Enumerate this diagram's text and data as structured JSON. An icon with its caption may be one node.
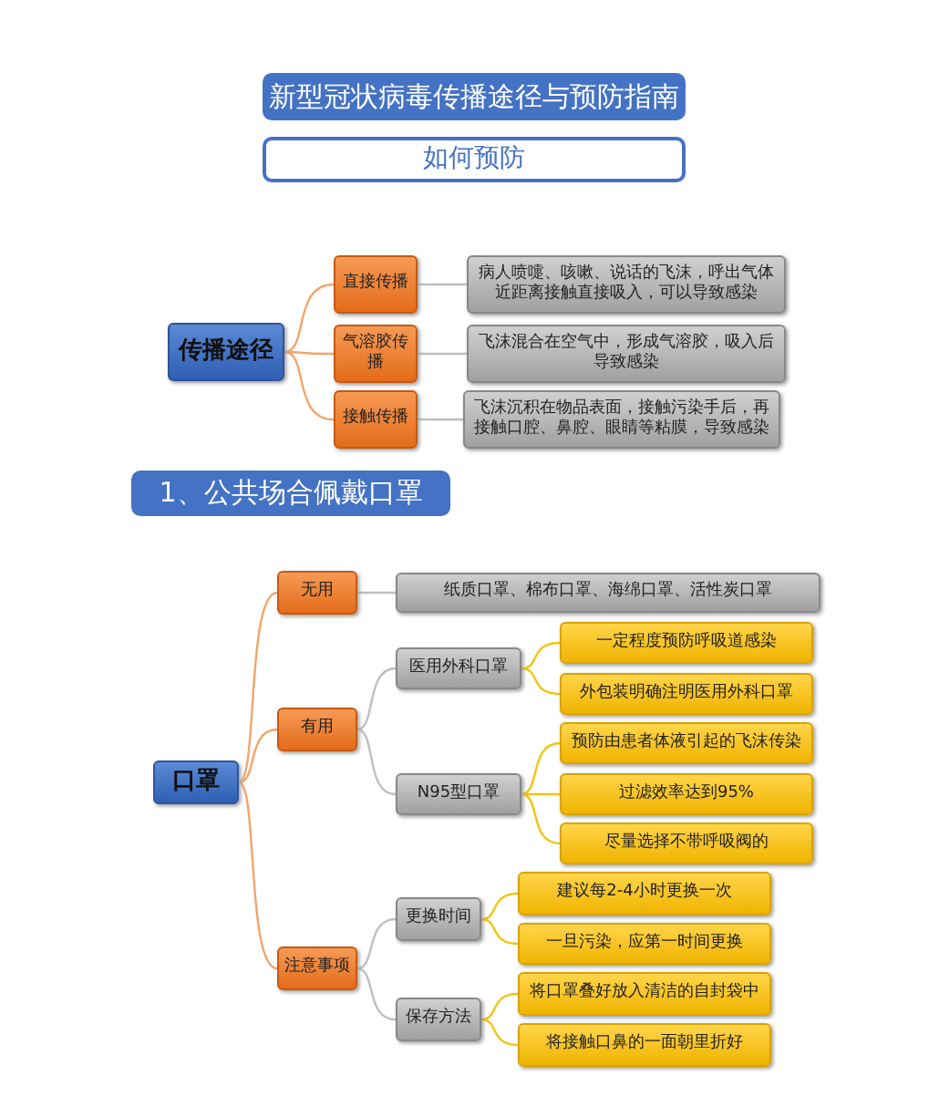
{
  "diagram": {
    "nodes": [
      {
        "text": [
          "新型冠状病毒传播途径与预防指南"
        ]
      },
      {
        "text": [
          "如何预防"
        ]
      },
      {
        "text": [
          "传播途径"
        ]
      },
      {
        "text": [
          "直接传播"
        ]
      },
      {
        "text": [
          "病人喷嚏、咳嗽、说话的飞沫，呼出气体近距离接触直接吸入，可以导致感染"
        ]
      },
      {
        "text": [
          "气溶胶传播"
        ]
      },
      {
        "text": [
          "飞沫混合在空气中，形成气溶胶，吸入后导致感染"
        ]
      },
      {
        "text": [
          "接触传播"
        ]
      },
      {
        "text": [
          "飞沫沉积在物品表面，接触污染手后，再接触口腔、鼻腔、眼睛等粘膜，导致感染"
        ]
      },
      {
        "text": [
          "1、公共场合佩戴口罩"
        ]
      },
      {
        "text": [
          "口罩"
        ]
      },
      {
        "text": [
          "无用"
        ]
      },
      {
        "text": [
          "纸质口罩、棉布口罩、海绵口罩、活性炭口罩"
        ]
      },
      {
        "text": [
          "有用"
        ]
      },
      {
        "text": [
          "医用外科口罩"
        ]
      },
      {
        "text": [
          "一定程度预防呼吸道感染"
        ]
      },
      {
        "text": [
          "外包装明确注明医用外科口罩"
        ]
      },
      {
        "text": [
          "N95型口罩"
        ]
      },
      {
        "text": [
          "预防由患者体液引起的飞沫传染"
        ]
      },
      {
        "text": [
          "过滤效率达到95%"
        ]
      },
      {
        "text": [
          "尽量选择不带呼吸阀的"
        ]
      },
      {
        "text": [
          "注意事项"
        ]
      },
      {
        "text": [
          "更换时间"
        ]
      },
      {
        "text": [
          "建议每2-4小时更换一次"
        ]
      },
      {
        "text": [
          "一旦污染，应第一时间更换"
        ]
      },
      {
        "text": [
          "保存方法"
        ]
      },
      {
        "text": [
          "将口罩叠好放入清洁的自封袋中"
        ]
      },
      {
        "text": [
          "将接触口鼻的一面朝里折好"
        ]
      }
    ],
    "edges": [
      {
        "from": 2,
        "to": 3,
        "arrow": "none",
        "color": "#f4a46a"
      },
      {
        "from": 2,
        "to": 5,
        "arrow": "none",
        "color": "#f4a46a"
      },
      {
        "from": 2,
        "to": 7,
        "arrow": "none",
        "color": "#f4a46a"
      },
      {
        "from": 3,
        "to": 4,
        "arrow": "none",
        "color": "#bfbfbf"
      },
      {
        "from": 5,
        "to": 6,
        "arrow": "none",
        "color": "#bfbfbf"
      },
      {
        "from": 7,
        "to": 8,
        "arrow": "none",
        "color": "#bfbfbf"
      },
      {
        "from": 10,
        "to": 11,
        "arrow": "none",
        "color": "#f4a46a"
      },
      {
        "from": 10,
        "to": 13,
        "arrow": "none",
        "color": "#f4a46a"
      },
      {
        "from": 10,
        "to": 21,
        "arrow": "none",
        "color": "#f4a46a"
      },
      {
        "from": 11,
        "to": 12,
        "arrow": "none",
        "color": "#bfbfbf"
      },
      {
        "from": 13,
        "to": 14,
        "arrow": "none",
        "color": "#bfbfbf"
      },
      {
        "from": 13,
        "to": 17,
        "arrow": "none",
        "color": "#bfbfbf"
      },
      {
        "from": 14,
        "to": 15,
        "arrow": "none"
      },
      {
        "from": 14,
        "to": 16,
        "arrow": "none"
      },
      {
        "from": 17,
        "to": 18,
        "arrow": "none"
      },
      {
        "from": 17,
        "to": 19,
        "arrow": "none"
      },
      {
        "from": 17,
        "to": 20,
        "arrow": "none"
      },
      {
        "from": 21,
        "to": 22,
        "arrow": "none",
        "color": "#bfbfbf"
      },
      {
        "from": 21,
        "to": 25,
        "arrow": "none",
        "color": "#bfbfbf"
      },
      {
        "from": 22,
        "to": 23,
        "arrow": "none"
      },
      {
        "from": 22,
        "to": 24,
        "arrow": "none"
      },
      {
        "from": 25,
        "to": 26,
        "arrow": "none"
      },
      {
        "from": 25,
        "to": 27,
        "arrow": "none"
      }
    ]
  }
}
